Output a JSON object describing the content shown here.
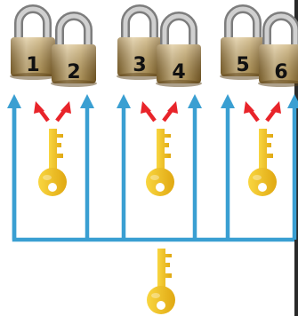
{
  "locks": [
    {
      "number": "1"
    },
    {
      "number": "2"
    },
    {
      "number": "3"
    },
    {
      "number": "4"
    },
    {
      "number": "5"
    },
    {
      "number": "6"
    }
  ],
  "colors": {
    "background": "#ffffff",
    "connector_arrow": "#3a9fd2",
    "pick_arrow": "#e8242a",
    "key": "#f5c41a",
    "key_shade": "#d49a0c",
    "lock_body": "#b8934e",
    "lock_body_light": "#dcc38e",
    "shackle": "#c4c4c4",
    "shackle_dark": "#7d7d7d",
    "frame_edge": "#2a2a2a"
  },
  "icons": [
    "padlock-icon",
    "key-icon",
    "up-arrow-icon"
  ]
}
